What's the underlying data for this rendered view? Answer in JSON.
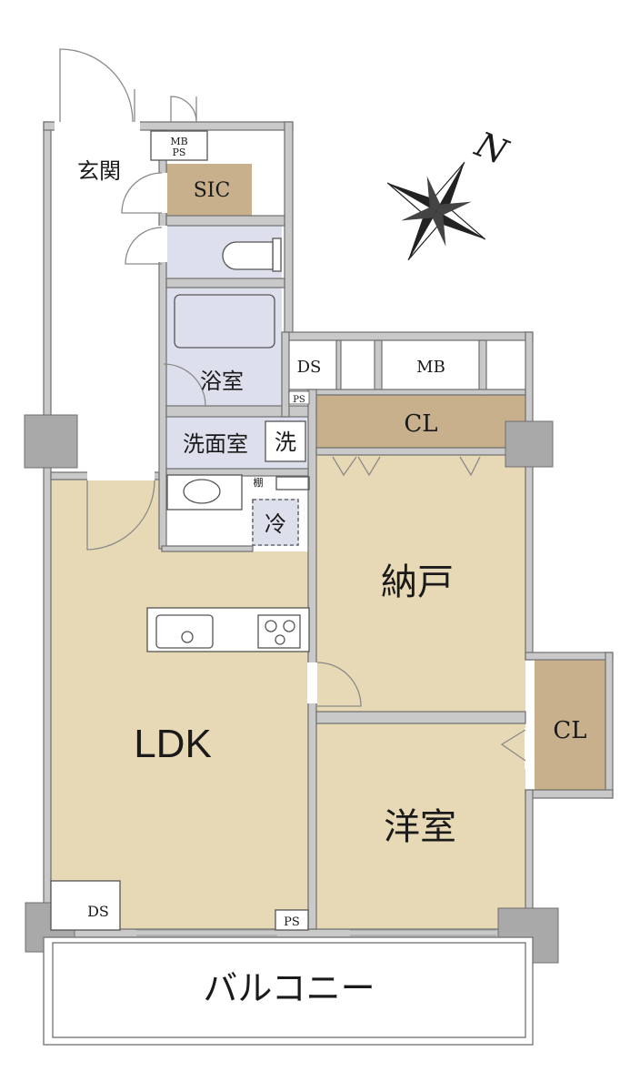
{
  "rooms": {
    "genkan": "玄関",
    "sic": "SIC",
    "mb_ps_top": "MB",
    "mb_ps_bottom": "PS",
    "yokushitsu": "浴室",
    "senmenshitsu": "洗面室",
    "sentaku": "洗",
    "rei": "冷",
    "tana": "棚",
    "ds_upper": "DS",
    "ps_upper": "PS",
    "mb_upper": "MB",
    "cl_upper": "CL",
    "nando": "納戸",
    "ldk": "LDK",
    "cl_right": "CL",
    "yoshitsu": "洋室",
    "ds_lower": "DS",
    "ps_lower": "PS",
    "balcony": "バルコニー"
  },
  "compass": {
    "north_label": "N"
  },
  "colors": {
    "wall": "#c9c9c9",
    "wall_edge": "#6f6f6f",
    "column": "#a9a9a9",
    "living_floor": "#e8d9b6",
    "closet_floor": "#c7b08b",
    "wet_floor": "#dde0ec",
    "corridor_floor": "#ffffff"
  }
}
